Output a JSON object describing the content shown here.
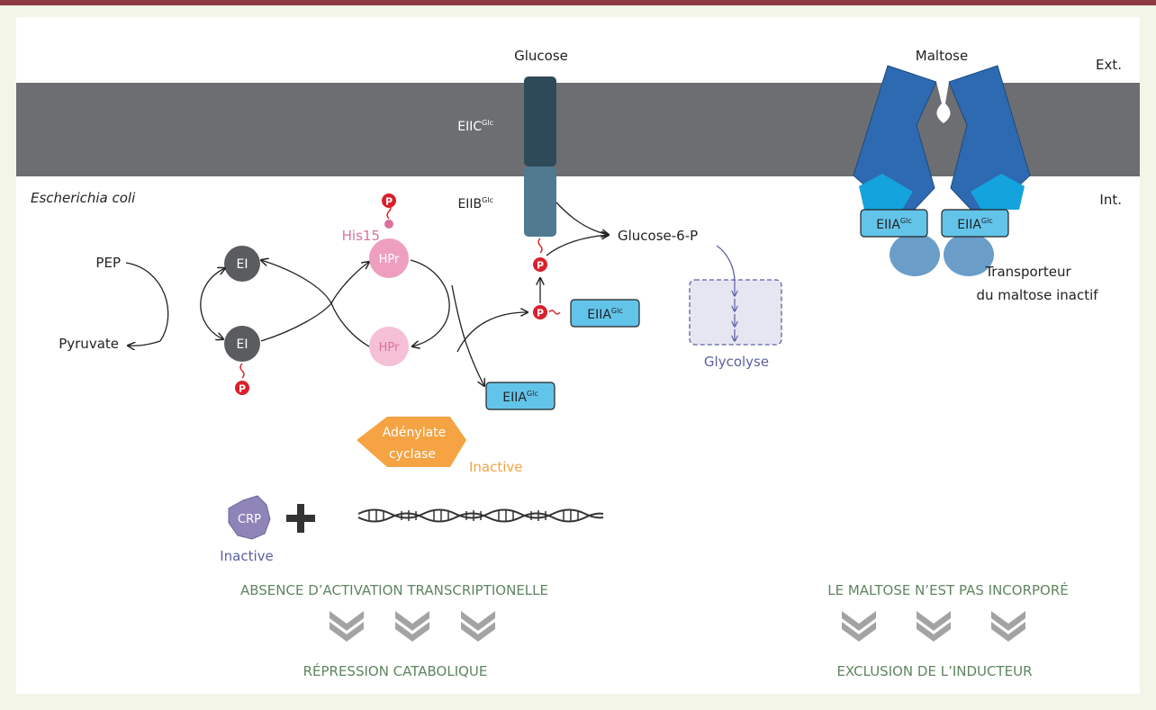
{
  "labels": {
    "ext": "Ext.",
    "int": "Int.",
    "glucose": "Glucose",
    "maltose": "Maltose",
    "eiic": "EIIC",
    "eiib": "EIIB",
    "glc": "Glc",
    "organism": "Escherichia coli",
    "glucose6p": "Glucose-6-P",
    "his15": "His15",
    "pep": "PEP",
    "pyruvate": "Pyruvate",
    "ei": "EI",
    "hpr": "HPr",
    "phospho": "P",
    "eiia": "EIIA",
    "glycolyse": "Glycolyse",
    "transporter_line1": "Transporteur",
    "transporter_line2": "du maltose inactif",
    "adenylate_line1": "Adénylate",
    "adenylate_line2": "cyclase",
    "inactive": "Inactive",
    "crp": "CRP",
    "absence": "ABSENCE D’ACTIVATION TRANSCRIPTIONELLE",
    "repression": "RÉPRESSION CATABOLIQUE",
    "maltose_not": "LE MALTOSE N’EST PAS INCORPORÉ",
    "exclusion": "EXCLUSION DE L’INDUCTEUR"
  },
  "colors": {
    "border": "#8e3a42",
    "membrane": "#6d6e72",
    "eiic": "#2e4a58",
    "eiib": "#4f7a90",
    "ei": "#5b5c5f",
    "hpr": "#ee9fc0",
    "hpr_text": "#d9739e",
    "phospho": "#d9202b",
    "eiia_fill": "#63c4ea",
    "maltose_body": "#2d6ab1",
    "maltose_mid": "#14a3dc",
    "maltose_foot": "#6a9ec9",
    "glycolyse": "#5a5fa0",
    "adenylate": "#f5a343",
    "crp": "#8f84b8",
    "green_text": "#5f8560",
    "chevron": "#a3a3a3"
  }
}
